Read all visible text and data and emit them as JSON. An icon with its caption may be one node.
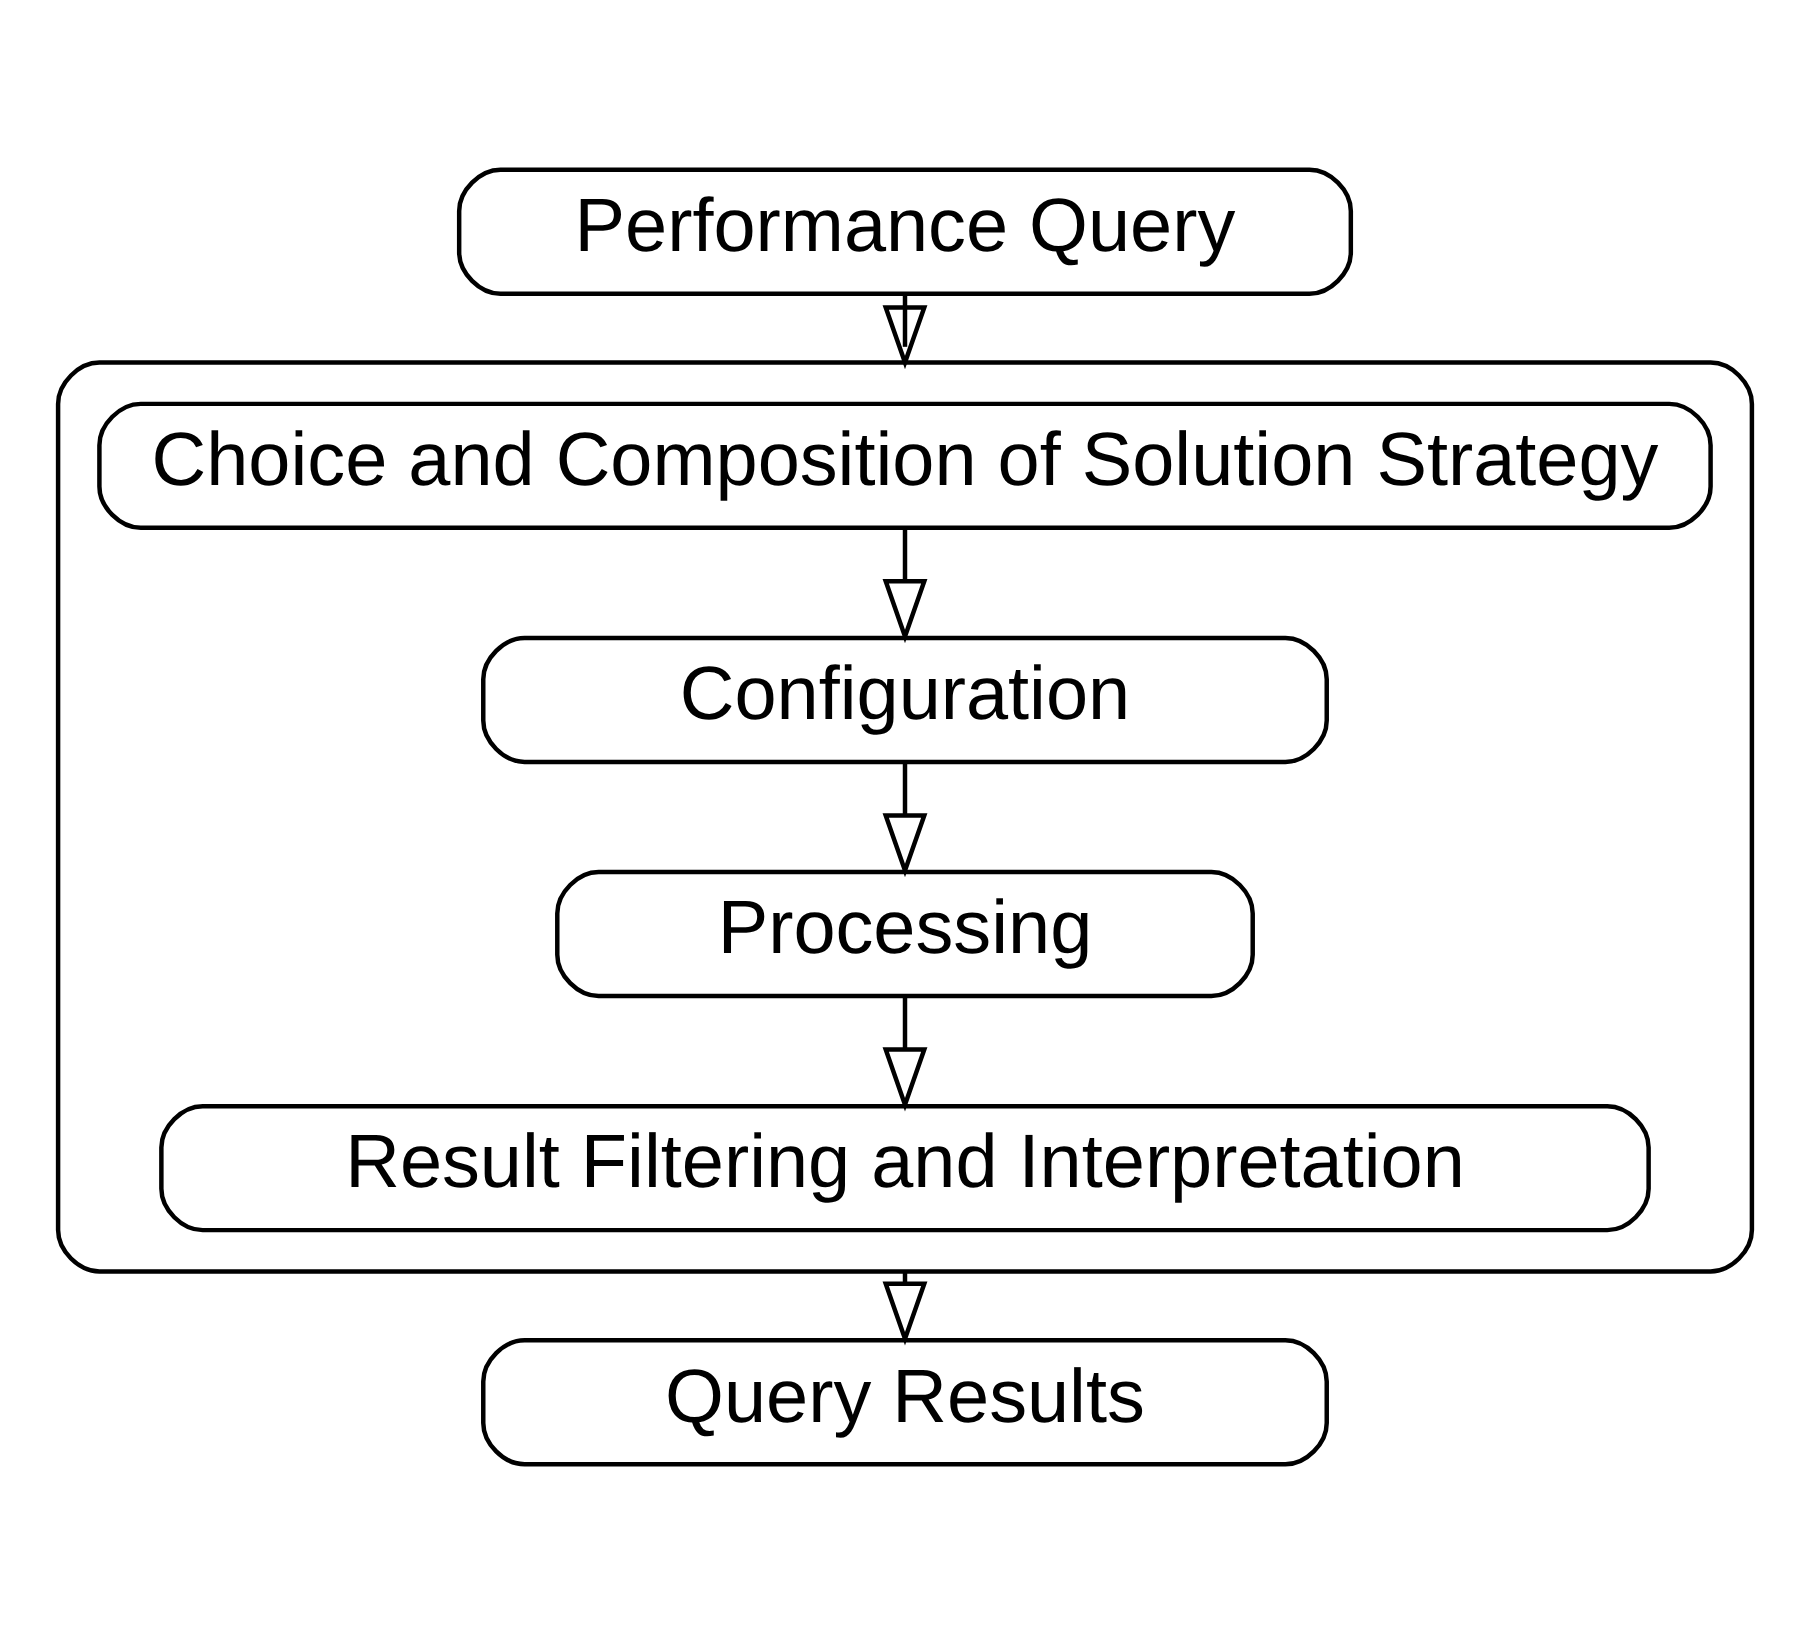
{
  "diagram": {
    "nodes": [
      {
        "text": [
          "Performance Query"
        ]
      },
      {
        "text": [],
        "shape": "box"
      },
      {
        "text": [
          "Choice and Composition of Solution Strategy"
        ],
        "in": 1
      },
      {
        "text": [
          "Configuration"
        ],
        "in": 1
      },
      {
        "text": [
          "Processing"
        ],
        "in": 1
      },
      {
        "text": [
          "Result Filtering and Interpretation"
        ],
        "in": 1
      },
      {
        "text": [
          "Query Results"
        ]
      }
    ],
    "edges": [
      {
        "from": 0,
        "to": 1,
        "arrow": "to"
      },
      {
        "from": 2,
        "to": 3,
        "arrow": "to"
      },
      {
        "from": 3,
        "to": 4,
        "arrow": "to"
      },
      {
        "from": 4,
        "to": 5,
        "arrow": "to"
      },
      {
        "from": 1,
        "to": 6,
        "arrow": "to"
      }
    ]
  }
}
